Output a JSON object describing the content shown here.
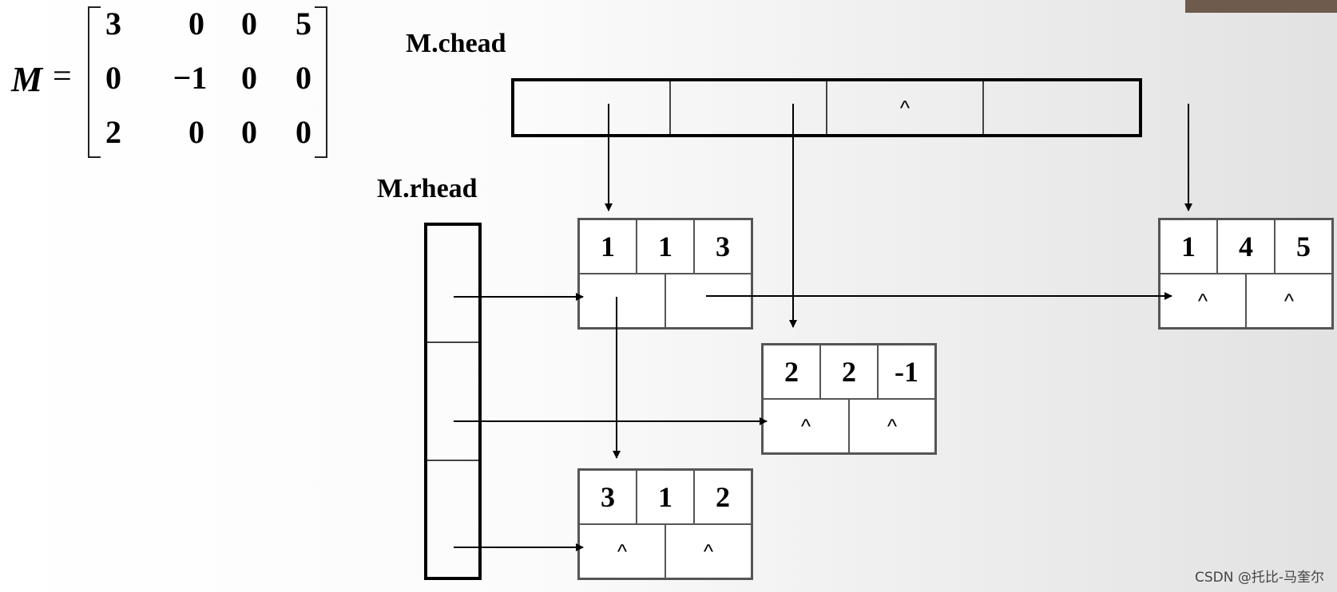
{
  "matrix": {
    "var": "M",
    "eq": "=",
    "rows": [
      [
        "3",
        "0",
        "0",
        "5"
      ],
      [
        "0",
        "−1",
        "0",
        "0"
      ],
      [
        "2",
        "0",
        "0",
        "0"
      ]
    ]
  },
  "labels": {
    "chead": "M.chead",
    "rhead": "M.rhead"
  },
  "chead_cells": [
    "",
    "",
    "^",
    ""
  ],
  "nodes": {
    "n113": {
      "vals": [
        "1",
        "1",
        "3"
      ],
      "ptrs": [
        "",
        ""
      ]
    },
    "n145": {
      "vals": [
        "1",
        "4",
        "5"
      ],
      "ptrs": [
        "^",
        "^"
      ]
    },
    "n22m1": {
      "vals": [
        "2",
        "2",
        "-1"
      ],
      "ptrs": [
        "^",
        "^"
      ]
    },
    "n312": {
      "vals": [
        "3",
        "1",
        "2"
      ],
      "ptrs": [
        "^",
        "^"
      ]
    }
  },
  "watermark": "CSDN @托比-马奎尔"
}
